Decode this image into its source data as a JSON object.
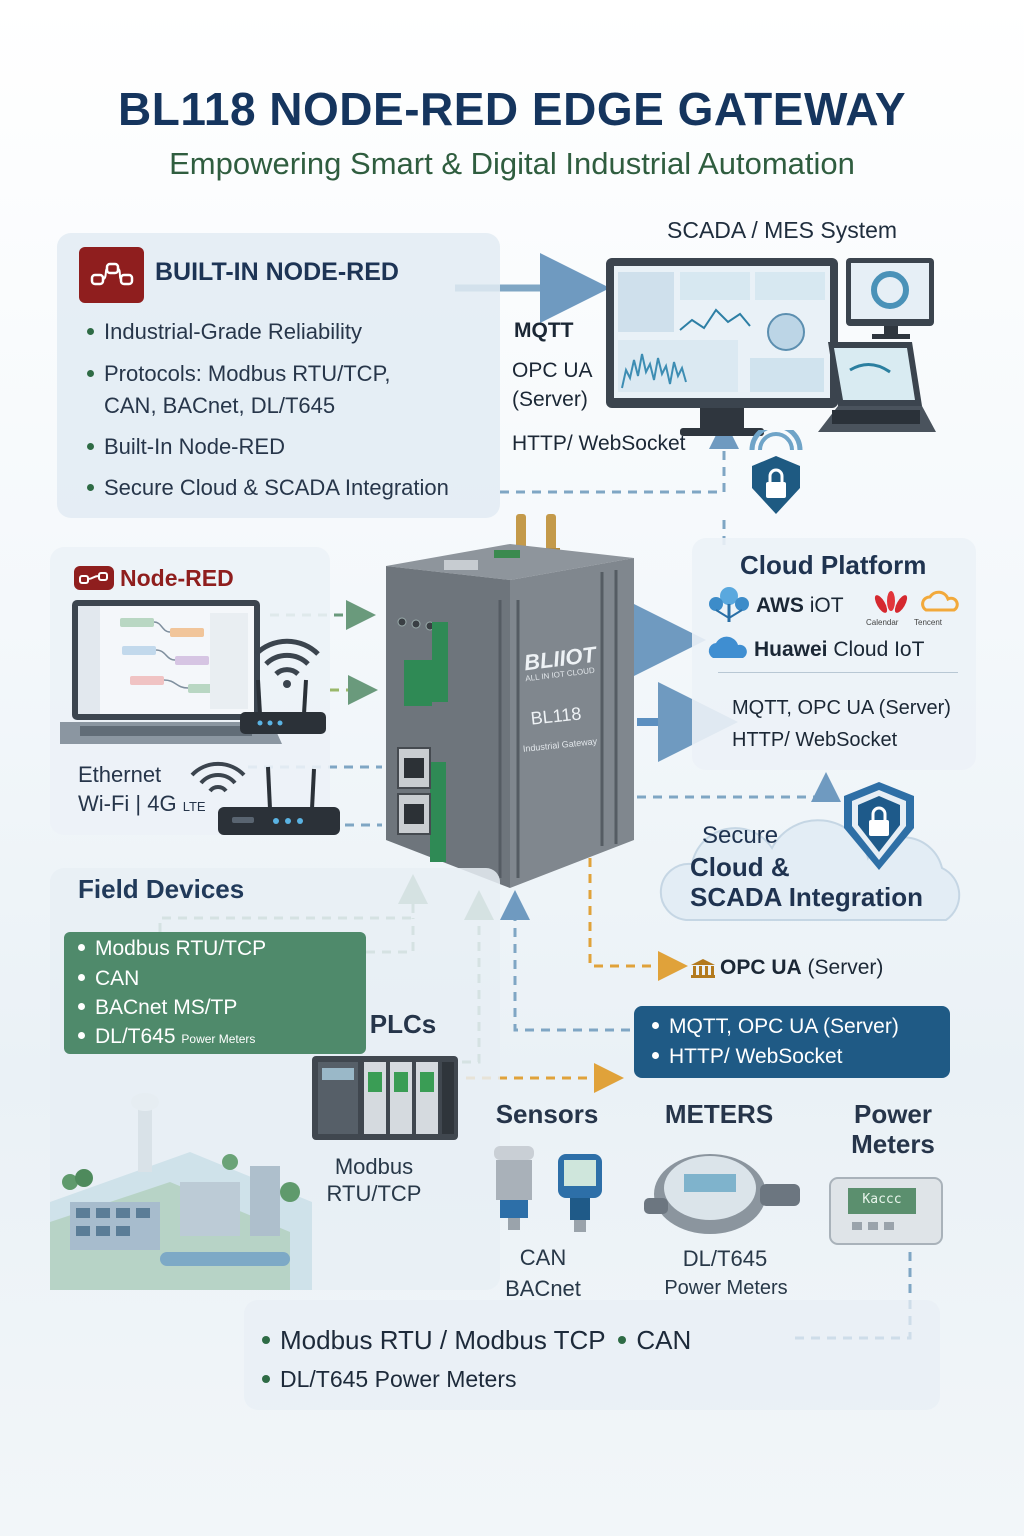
{
  "header": {
    "title": "BL118 NODE-RED EDGE GATEWAY",
    "subtitle": "Empowering Smart & Digital Industrial Automation"
  },
  "builtin_panel": {
    "heading": "BUILT-IN NODE-RED",
    "bullets": [
      "Industrial-Grade Reliability",
      "Protocols: Modbus RTU/TCP,",
      "CAN, BACnet, DL/T645",
      "Built-In Node-RED",
      "Secure Cloud & SCADA Integration"
    ]
  },
  "scada": {
    "label": "SCADA / MES System",
    "protocols": [
      "MQTT",
      "OPC UA",
      "(Server)",
      "HTTP/ WebSocket"
    ]
  },
  "node_red_panel": {
    "label": "Node-RED",
    "connectivity": [
      "Ethernet",
      "Wi-Fi | 4G",
      "LTE"
    ]
  },
  "device": {
    "brand": "BLIIOT",
    "tagline": "ALL IN IOT CLOUD",
    "model": "BL118",
    "caption": "Industrial Gateway"
  },
  "cloud_panel": {
    "title": "Cloud Platform",
    "aws": "AWS",
    "aws_suffix": "iOT",
    "brand_small_1": "Calendar",
    "brand_small_2": "Tencent",
    "huawei": "Huawei",
    "huawei_suffix": "Cloud IoT",
    "protocols_line1": "MQTT, OPC UA (Server)",
    "protocols_line2": "HTTP/ WebSocket"
  },
  "secure_cloud": {
    "line1": "Secure",
    "line2": "Cloud &",
    "line3": "SCADA Integration"
  },
  "opcua_label": {
    "bold": "OPC UA",
    "rest": "(Server)"
  },
  "field_devices": {
    "title": "Field Devices",
    "items": [
      "Modbus RTU/TCP",
      "CAN",
      "BACnet MS/TP",
      "DL/T645"
    ],
    "last_suffix": "Power Meters"
  },
  "blue_box": {
    "items": [
      "MQTT, OPC UA (Server)",
      "HTTP/ WebSocket"
    ]
  },
  "devices": {
    "plcs": {
      "title": "PLCs",
      "caption_line1": "Modbus",
      "caption_line2": "RTU/TCP"
    },
    "sensors": {
      "title": "Sensors",
      "caption_line1": "CAN",
      "caption_line2": "BACnet"
    },
    "meters": {
      "title": "METERS",
      "caption_line1": "DL/T645",
      "caption_line2": "Power Meters"
    },
    "power_meters": {
      "title_line1": "Power",
      "title_line2": "Meters",
      "display": "Kaccc"
    }
  },
  "footer": {
    "line1_a": "Modbus  RTU / Modbus TCP",
    "line1_b": "CAN",
    "line2": "DL/T645 Power Meters"
  },
  "colors": {
    "title": "#15355e",
    "subtitle": "#2f5d3f",
    "node_red": "#8f1e1e",
    "green_box": "#4f8a6b",
    "blue_box": "#1f5a85",
    "dash_blue": "#7fa6c4",
    "dash_green": "#6a9a7c",
    "dash_orange": "#e0a23a"
  }
}
